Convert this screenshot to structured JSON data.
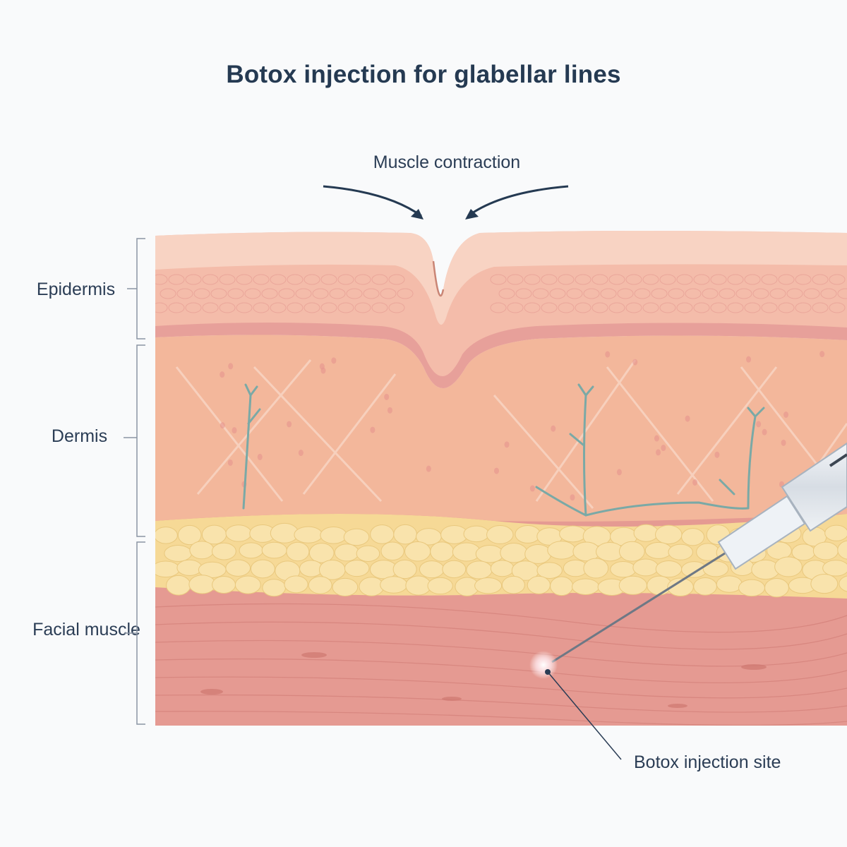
{
  "title": "Botox injection for glabellar lines",
  "labels": {
    "muscle_contraction": "Muscle contraction",
    "epidermis": "Epidermis",
    "dermis": "Dermis",
    "facial_muscle": "Facial muscle",
    "injection_site": "Botox injection site"
  },
  "colors": {
    "title_text": "#253a52",
    "epidermis": "#f4bcaa",
    "dermis": "#f3b79b",
    "fat": "#f6d996",
    "muscle": "#e59a92",
    "vessel": "#7aa9a6",
    "leader_line": "#2b3d55"
  }
}
